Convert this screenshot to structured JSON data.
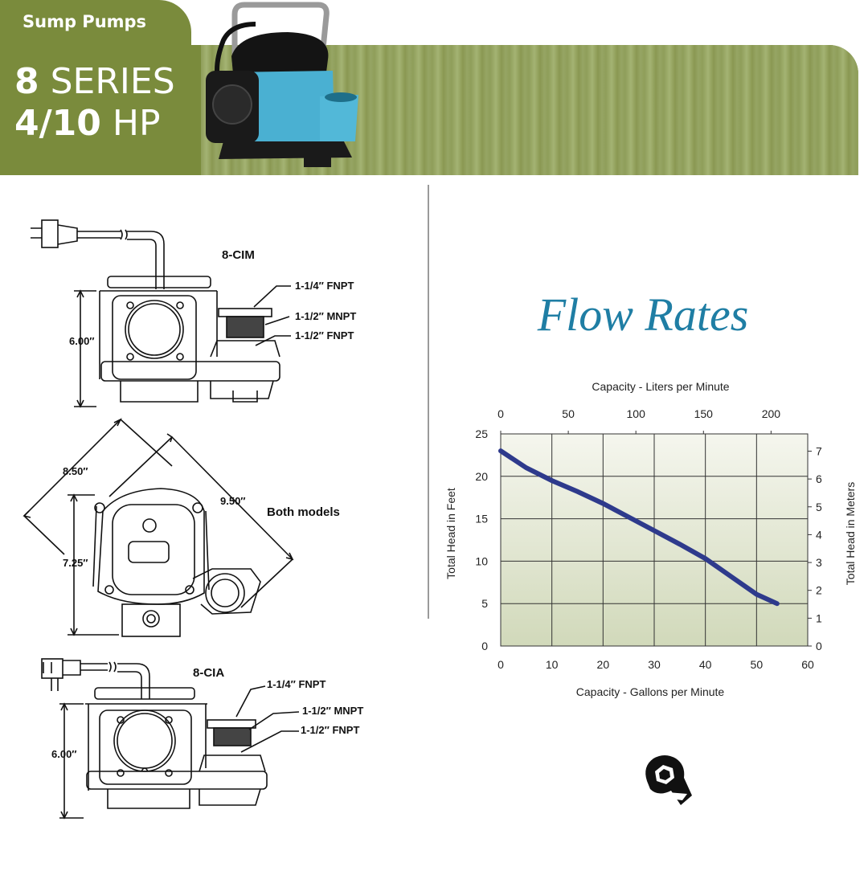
{
  "header": {
    "tab_label": "Sump Pumps",
    "series_number": "8",
    "series_word": "SERIES",
    "hp_number": "4/10",
    "hp_unit": "HP"
  },
  "drawings": {
    "model_top": "8-CIM",
    "model_bottom": "8-CIA",
    "both_models": "Both models",
    "dim_height_top": "6.00″",
    "dim_height_bottom": "6.00″",
    "dim_diag_left": "8.50″",
    "dim_diag_right": "9.50″",
    "dim_vertical_mid": "7.25″",
    "top_callouts": [
      "1-1/4″ FNPT",
      "1-1/2″ MNPT",
      "1-1/2″ FNPT"
    ],
    "bottom_callouts": [
      "1-1/4″ FNPT",
      "1-1/2″ MNPT",
      "1-1/2″ FNPT"
    ]
  },
  "flow_title": "Flow Rates",
  "chart_data": {
    "type": "line",
    "title": "",
    "xlabel": "Capacity - Gallons per Minute",
    "ylabel": "Total Head in Feet",
    "top_xlabel": "Capacity - Liters per Minute",
    "right_ylabel": "Total Head in Meters",
    "xlim": [
      0,
      60
    ],
    "ylim": [
      0,
      25
    ],
    "x_ticks": [
      0,
      10,
      20,
      30,
      40,
      50,
      60
    ],
    "y_ticks": [
      0,
      5,
      10,
      15,
      20,
      25
    ],
    "top_ticks": [
      0,
      50,
      100,
      150,
      200
    ],
    "right_ticks": [
      0,
      1,
      2,
      3,
      4,
      5,
      6,
      7
    ],
    "series": [
      {
        "x": [
          0,
          5,
          10,
          15,
          20,
          25,
          30,
          35,
          40,
          45,
          50,
          54
        ],
        "y": [
          23,
          21,
          19.5,
          18.2,
          16.8,
          15.2,
          13.6,
          12.0,
          10.3,
          8.2,
          6.1,
          5.0
        ]
      }
    ],
    "grid": true,
    "line_color": "#2e3a8c",
    "background_gradient": [
      "#f5f6ee",
      "#d1d9ba"
    ]
  },
  "colors": {
    "olive": "#7a8b3c",
    "title_blue": "#1f7ea4"
  },
  "logo_icon": "pump-logo-icon"
}
